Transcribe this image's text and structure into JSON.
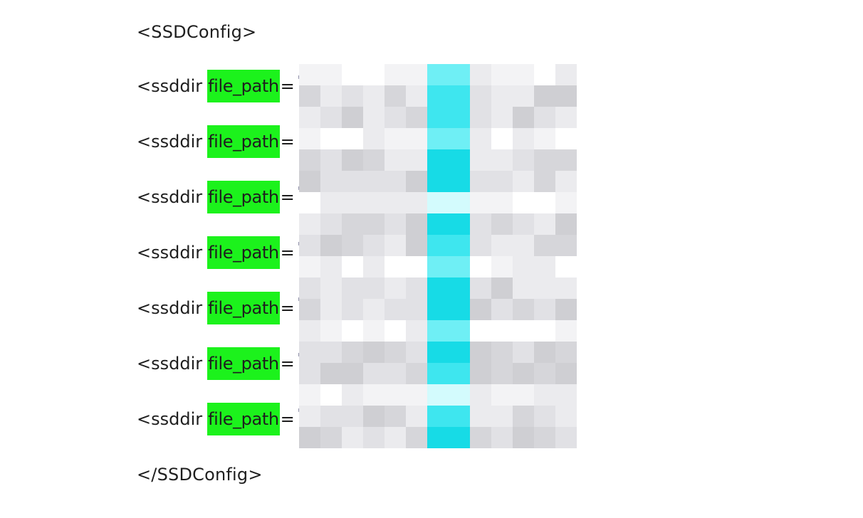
{
  "document": {
    "open_tag": "<SSDConfig>",
    "close_tag": "</SSDConfig>",
    "entries": [
      {
        "prefix": "<ssddir ",
        "attr": "file_path",
        "eq": "=",
        "quote": "\""
      },
      {
        "prefix": "<ssddir ",
        "attr": "file_path",
        "eq": "=",
        "quote": ""
      },
      {
        "prefix": "<ssddir ",
        "attr": "file_path",
        "eq": "=",
        "quote": "'"
      },
      {
        "prefix": "<ssddir ",
        "attr": "file_path",
        "eq": "=",
        "quote": "\""
      },
      {
        "prefix": "<ssddir ",
        "attr": "file_path",
        "eq": "=",
        "quote": "\""
      },
      {
        "prefix": "<ssddir ",
        "attr": "file_path",
        "eq": "=",
        "quote": "\""
      },
      {
        "prefix": "<ssddir ",
        "attr": "file_path",
        "eq": "=",
        "quote": "'"
      }
    ]
  },
  "colors": {
    "highlight": "#1cf21c",
    "text": "#1e1e1e",
    "mosaic_cyan": "#17dbe6",
    "mosaic_gray": "#d4d4d8"
  }
}
